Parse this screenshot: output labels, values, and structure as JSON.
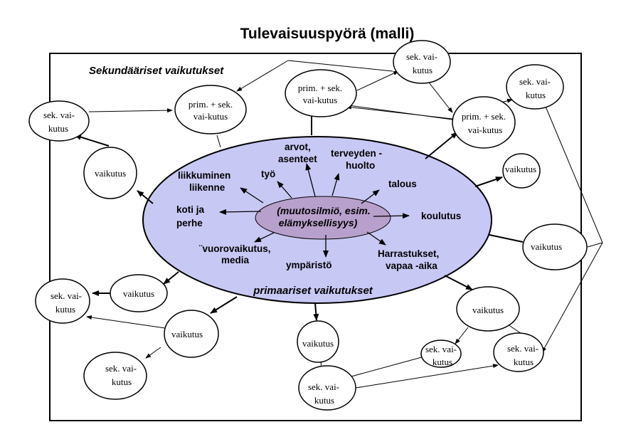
{
  "title": "Tulevaisuuspyörä (malli)",
  "labels": {
    "secondary_heading": "Sekundääriset vaikutukset",
    "primary_heading": "primaariset vaikutukset"
  },
  "center": {
    "line1": "(muutosilmiö, esim.",
    "line2": "elämyksellisyys)"
  },
  "primary_factors": {
    "liikkuminen": [
      "liikkuminen",
      "liikenne"
    ],
    "tyo": "työ",
    "arvot": [
      "arvot,",
      "asenteet"
    ],
    "terveyden": [
      "terveyden -",
      "huolto"
    ],
    "talous": "talous",
    "koti": [
      "koti ja",
      "perhe"
    ],
    "koulutus": "koulutus",
    "vuorovaikutus": [
      "¨vuorovaikutus,",
      "media"
    ],
    "ymparisto": "ympäristö",
    "harrastukset": [
      "Harrastukset,",
      "vapaa -aika"
    ]
  },
  "nodes": {
    "vaikutus": "vaikutus",
    "sek": [
      "sek. vai-",
      "kutus"
    ],
    "prim_sek": [
      "prim. + sek.",
      "vai-kutus"
    ]
  }
}
